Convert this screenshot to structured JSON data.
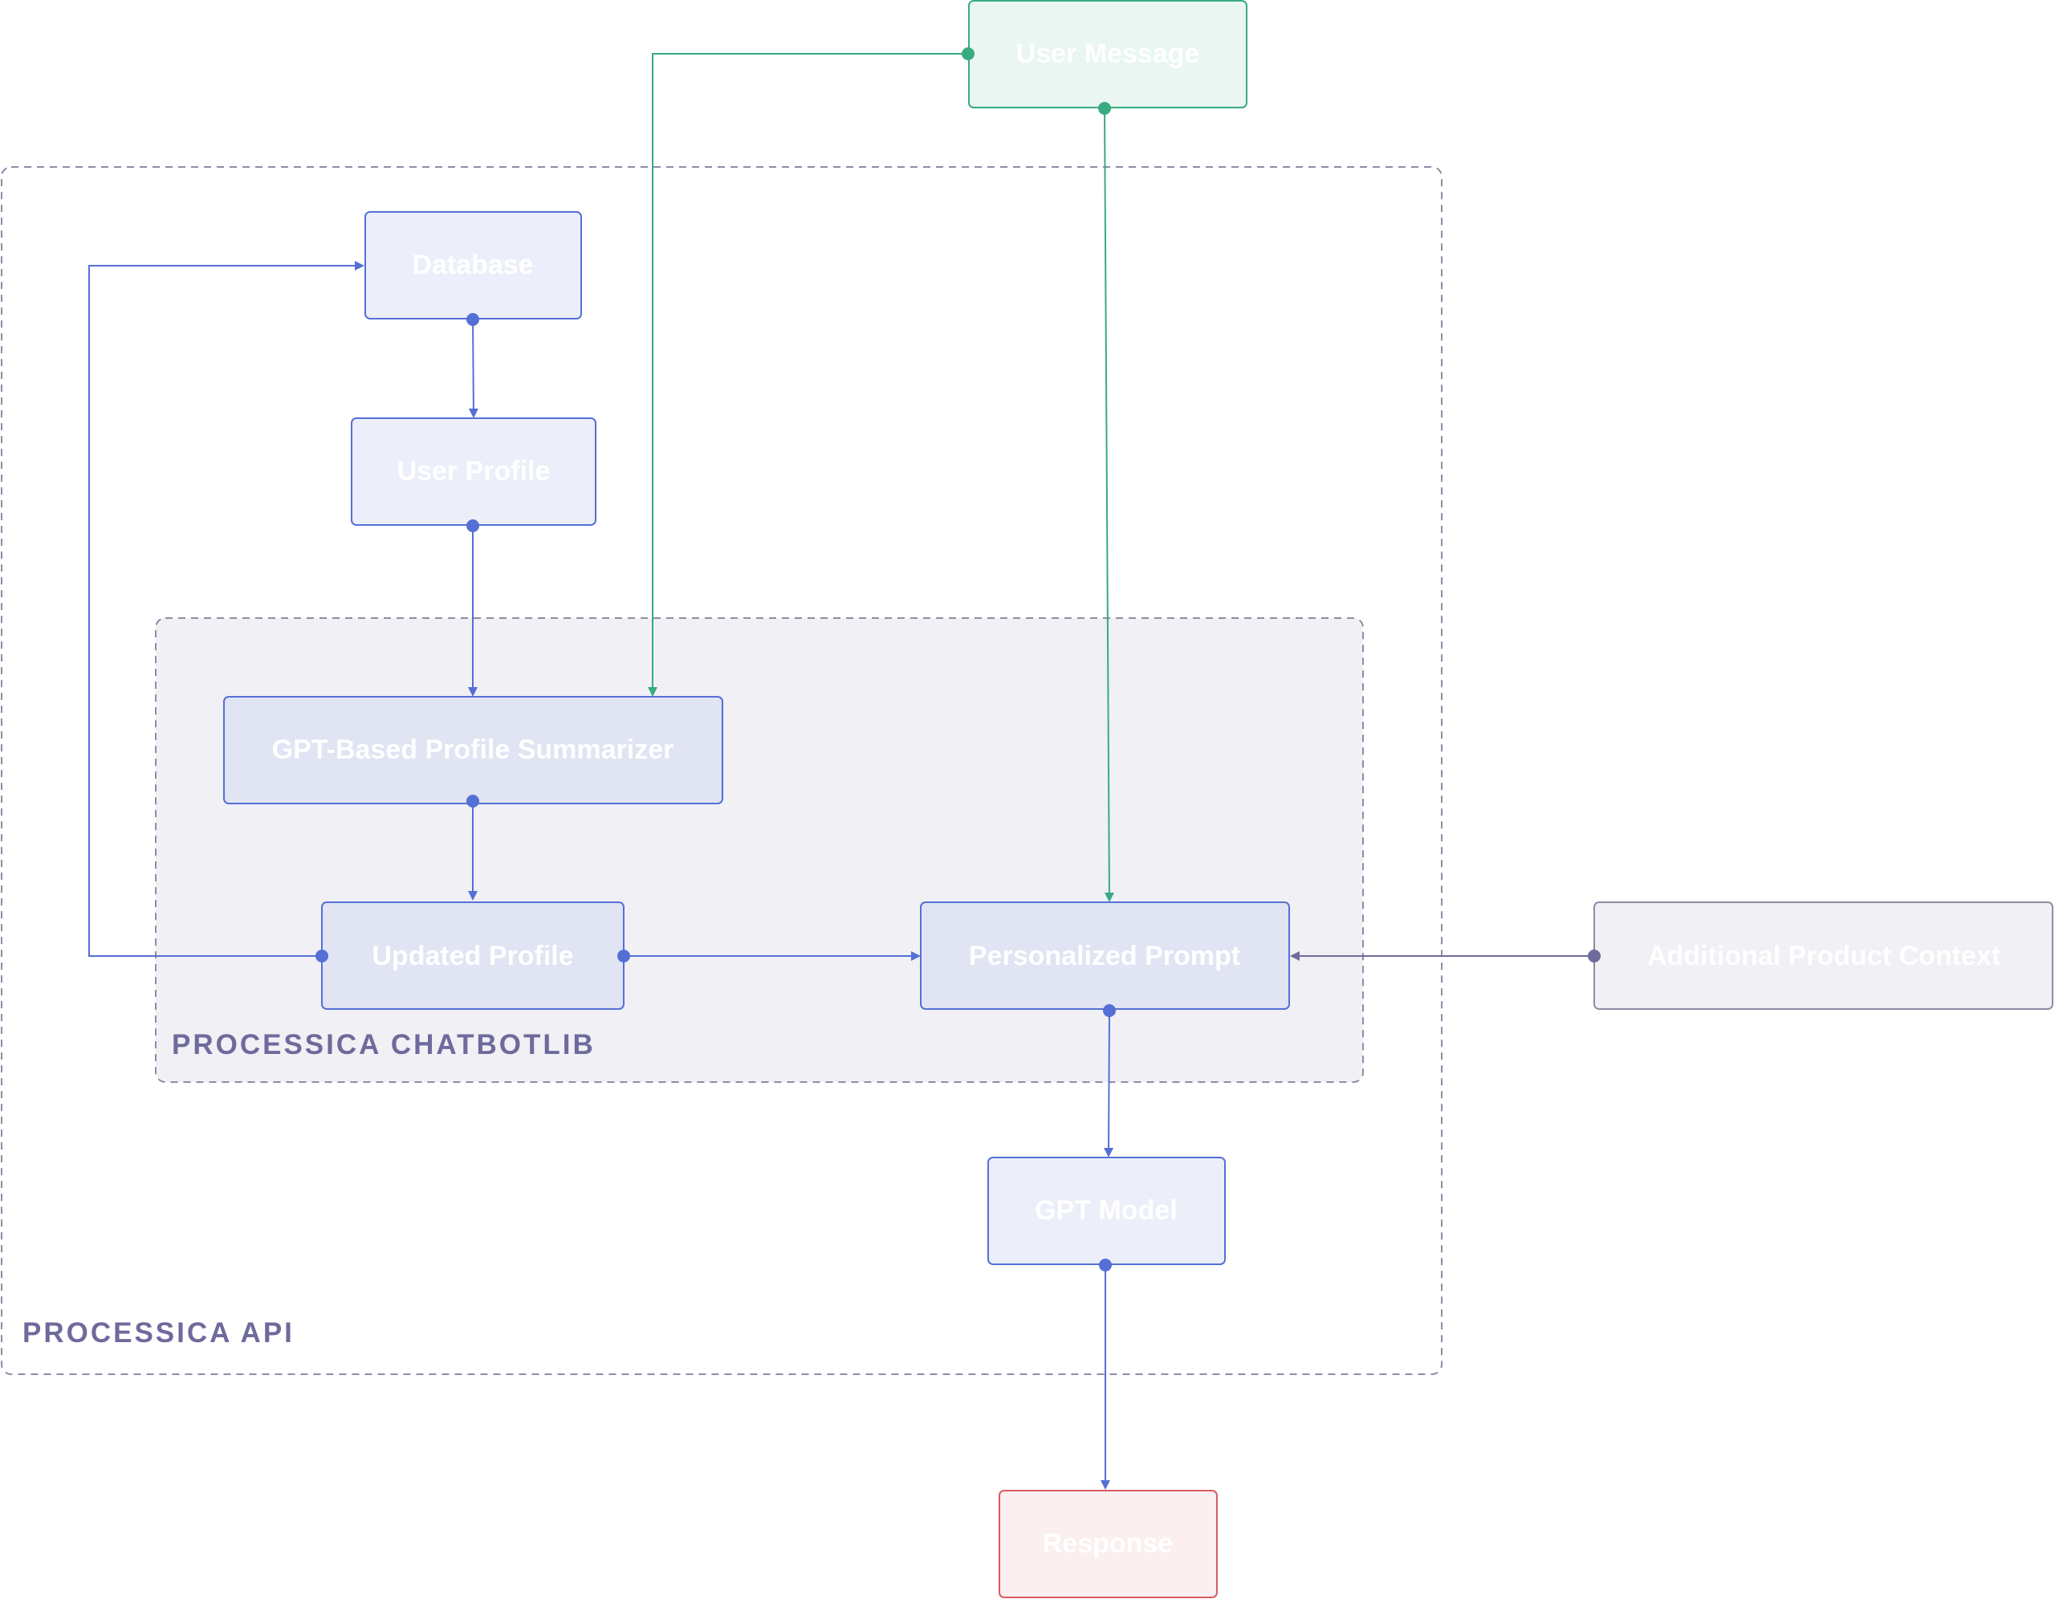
{
  "colors": {
    "blue": "#5470d6",
    "green": "#38ab80",
    "purple": "#6e6a9c",
    "red": "#d95b62",
    "gray_border": "#8f8ca6"
  },
  "groups": {
    "api": {
      "label": "PROCESSICA API"
    },
    "chatbotlib": {
      "label": "PROCESSICA CHATBOTLIB"
    }
  },
  "nodes": {
    "user_message": {
      "label": "User Message"
    },
    "database": {
      "label": "Database"
    },
    "user_profile": {
      "label": "User Profile"
    },
    "summarizer": {
      "label": "GPT-Based Profile Summarizer"
    },
    "updated_profile": {
      "label": "Updated Profile"
    },
    "personalized_prompt": {
      "label": "Personalized Prompt"
    },
    "additional_context": {
      "label": "Additional Product Context"
    },
    "gpt_model": {
      "label": "GPT Model"
    },
    "response": {
      "label": "Response"
    }
  },
  "edges": [
    {
      "from": "user_message",
      "to": "summarizer"
    },
    {
      "from": "user_message",
      "to": "personalized_prompt"
    },
    {
      "from": "database",
      "to": "user_profile"
    },
    {
      "from": "user_profile",
      "to": "summarizer"
    },
    {
      "from": "summarizer",
      "to": "updated_profile"
    },
    {
      "from": "updated_profile",
      "to": "database"
    },
    {
      "from": "updated_profile",
      "to": "personalized_prompt"
    },
    {
      "from": "additional_context",
      "to": "personalized_prompt"
    },
    {
      "from": "personalized_prompt",
      "to": "gpt_model"
    },
    {
      "from": "gpt_model",
      "to": "response"
    }
  ]
}
